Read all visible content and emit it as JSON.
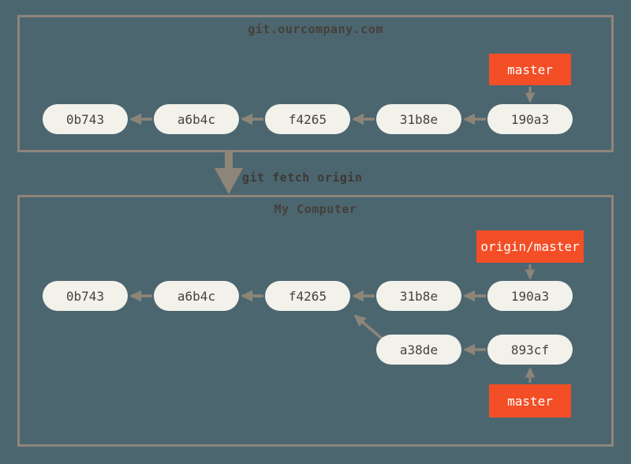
{
  "colors": {
    "background": "#4c6670",
    "box_border": "#8e8579",
    "arrow": "#8e8579",
    "node_fill": "#f2f1ea",
    "node_text": "#48423a",
    "branch_label_bg": "#f34e26",
    "branch_label_text": "#ffffff",
    "title_text": "#453f39",
    "command_text": "#3e3933"
  },
  "remote": {
    "title": "git.ourcompany.com",
    "branch_label": "master",
    "commits": [
      "0b743",
      "a6b4c",
      "f4265",
      "31b8e",
      "190a3"
    ]
  },
  "fetch": {
    "command": "git fetch origin"
  },
  "local": {
    "title": "My Computer",
    "remote_branch_label": "origin/master",
    "branch_label": "master",
    "commits": [
      "0b743",
      "a6b4c",
      "f4265",
      "31b8e",
      "190a3"
    ],
    "branch_commits": [
      "a38de",
      "893cf"
    ]
  }
}
